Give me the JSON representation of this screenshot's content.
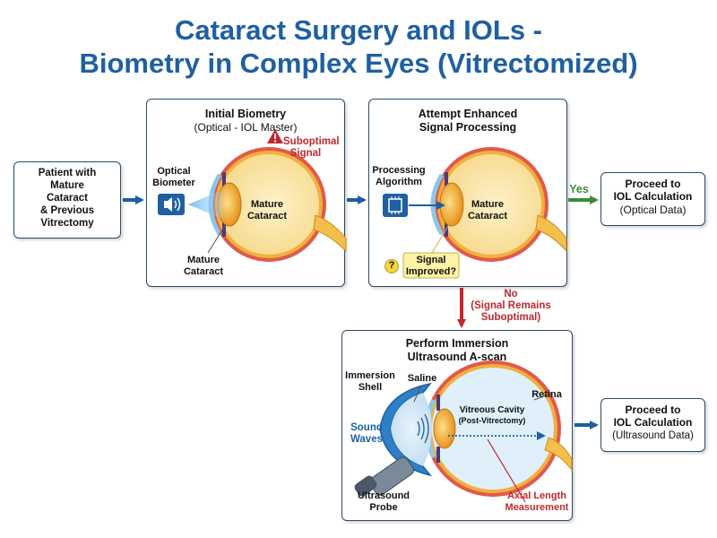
{
  "title": {
    "line1": "Cataract Surgery and IOLs -",
    "line2": "Biometry in Complex Eyes (Vitrectomized)"
  },
  "patient": {
    "lines": [
      "Patient with",
      "Mature",
      "Cataract",
      "& Previous",
      "Vitrectomy"
    ]
  },
  "initial": {
    "heading": "Initial Biometry",
    "subheading": "(Optical - IOL Master)",
    "device_label": [
      "Optical",
      "Biometer"
    ],
    "lens_label": [
      "Mature",
      "Cataract"
    ],
    "bottom_label": [
      "Mature",
      "Cataract"
    ],
    "warning_label": [
      "Suboptimal",
      "Signal"
    ]
  },
  "enhanced": {
    "heading": [
      "Attempt Enhanced",
      "Signal Processing"
    ],
    "device_label": [
      "Processing",
      "Algorithm"
    ],
    "lens_label": [
      "Mature",
      "Cataract"
    ],
    "callout": [
      "Signal",
      "Improved?"
    ],
    "callout_mark": "?"
  },
  "yes_label": "Yes",
  "no_label": [
    "No",
    "(Signal Remains",
    "Suboptimal)"
  ],
  "optical_result": {
    "lines": [
      "Proceed to",
      "IOL Calculation"
    ],
    "sub": "(Optical Data)"
  },
  "immersion": {
    "heading": [
      "Perform Immersion",
      "Ultrasound A-scan"
    ],
    "shell_label": [
      "Immersion",
      "Shell"
    ],
    "saline_label": "Saline",
    "retina_label": "Retina",
    "vitreous_label": [
      "Vitreous Cavity",
      "(Post-Vitrectomy)"
    ],
    "sound_label": [
      "Sound",
      "Waves"
    ],
    "probe_label": [
      "Ultrasound",
      "Probe"
    ],
    "axial_label": [
      "Axial Length",
      "Measurement"
    ]
  },
  "ultrasound_result": {
    "lines": [
      "Proceed to",
      "IOL Calculation"
    ],
    "sub": "(Ultrasound Data)"
  },
  "colors": {
    "title_blue": "#1f5fa3",
    "arrow_blue": "#1f5fa3",
    "yes_green": "#3a8a3a",
    "no_red": "#c0282d",
    "lens_orange": "#f0a020",
    "sclera_red": "#c8443c"
  }
}
